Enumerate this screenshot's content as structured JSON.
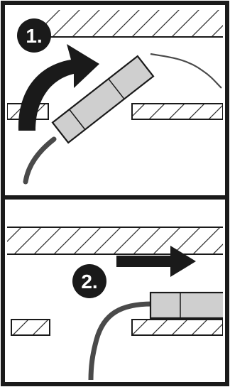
{
  "steps": [
    {
      "number": "1.",
      "action": "rotate-up"
    },
    {
      "number": "2.",
      "action": "slide-right"
    }
  ],
  "colors": {
    "frame": "#1a1a1a",
    "hatch": "#1a1a1a",
    "sensor_fill": "#cfcfcf",
    "cable": "#4a4a4a",
    "badge_fill": "#1a1a1a",
    "badge_text": "#ffffff",
    "background": "#ffffff"
  },
  "icons": {
    "rotate_arrow": "curved-arrow-icon",
    "slide_arrow": "right-arrow-icon"
  }
}
